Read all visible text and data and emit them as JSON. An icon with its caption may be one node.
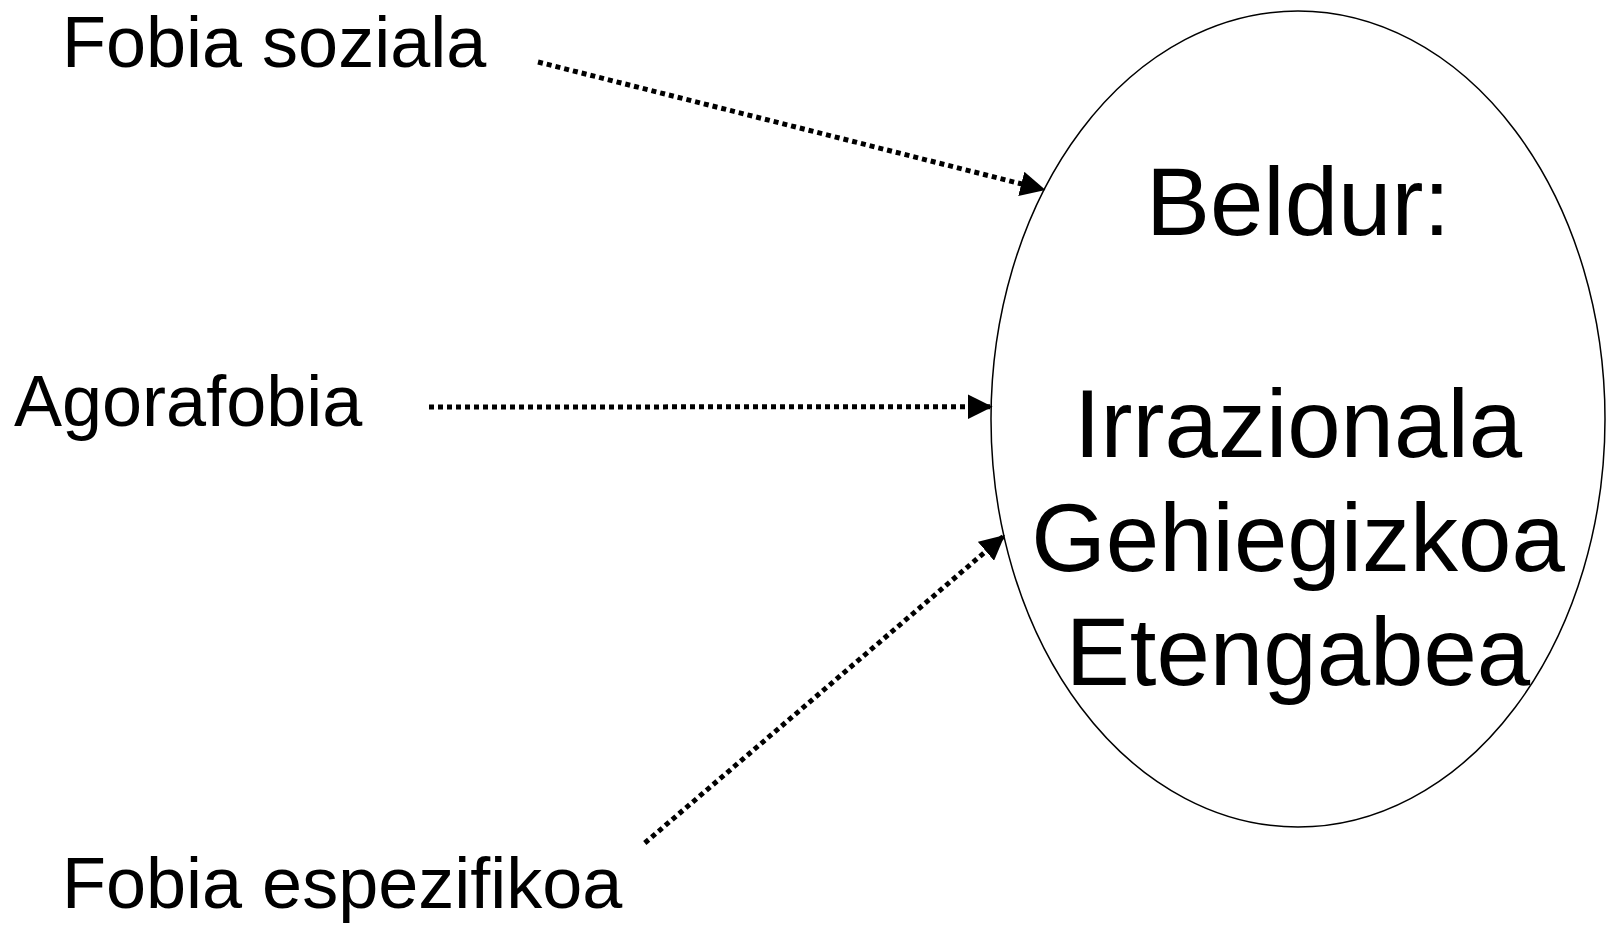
{
  "diagram": {
    "nodes": [
      {
        "text": [
          "Fobia soziala"
        ]
      },
      {
        "text": [
          "Agorafobia"
        ]
      },
      {
        "text": [
          "Fobia espezifikoa"
        ]
      },
      {
        "text": [
          "Beldur:",
          "Irrazionala Gehiegizkoa Etengabea"
        ]
      }
    ],
    "edges": [
      {
        "from": 0,
        "to": 3,
        "arrow": "to",
        "style": "dashed"
      },
      {
        "from": 1,
        "to": 3,
        "arrow": "to",
        "style": "dashed"
      },
      {
        "from": 2,
        "to": 3,
        "arrow": "to",
        "style": "dashed"
      }
    ]
  }
}
